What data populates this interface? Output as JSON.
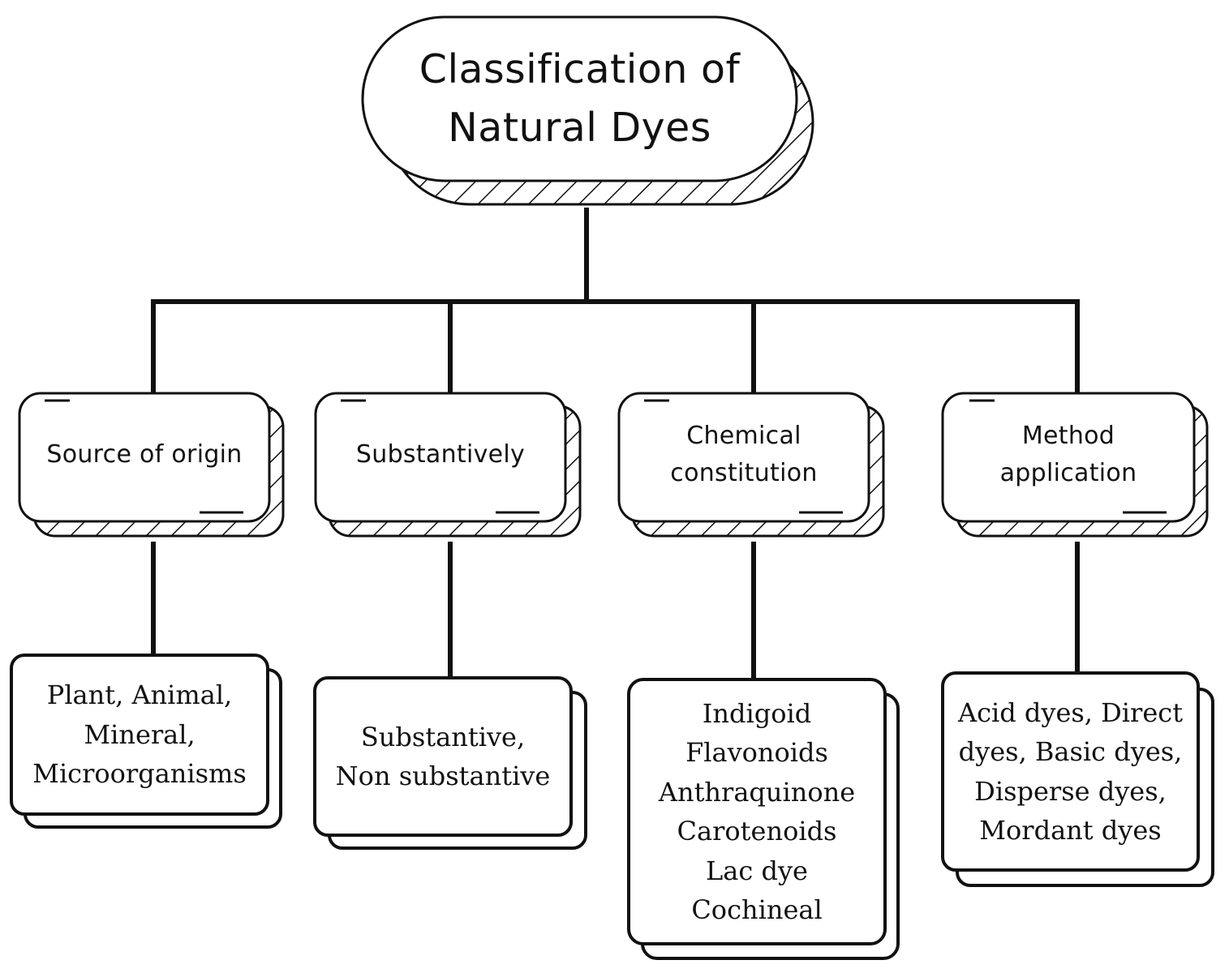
{
  "root": {
    "lines": [
      "Classification of",
      "Natural Dyes"
    ]
  },
  "categories": [
    {
      "lines": [
        "Source of origin"
      ],
      "examples": [
        "Plant, Animal,",
        "Mineral,",
        "Microorganisms"
      ]
    },
    {
      "lines": [
        "Substantively"
      ],
      "examples": [
        "Substantive,",
        "Non substantive"
      ]
    },
    {
      "lines": [
        "Chemical",
        "constitution"
      ],
      "examples": [
        "Indigoid",
        "Flavonoids",
        "Anthraquinone",
        "Carotenoids",
        "Lac dye",
        "Cochineal"
      ]
    },
    {
      "lines": [
        "Method",
        "application"
      ],
      "examples": [
        "Acid dyes, Direct",
        "dyes, Basic dyes,",
        "Disperse dyes,",
        "Mordant dyes"
      ]
    }
  ]
}
